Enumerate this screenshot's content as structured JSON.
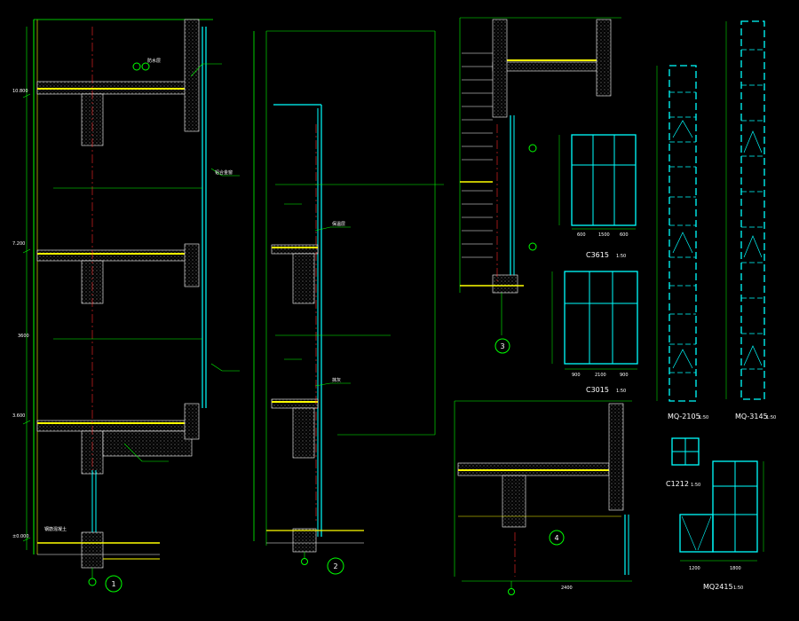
{
  "drawing": {
    "background": "#000000",
    "colors": {
      "green": "#00ff00",
      "yellow": "#ffff00",
      "cyan": "#00ffff",
      "white": "#ffffff",
      "red": "#ff2a2a",
      "grey": "#c0c0c0"
    },
    "section_markers": [
      "1",
      "2",
      "3",
      "4"
    ],
    "elevation_tags": [
      "±0.000",
      "3.600",
      "7.200",
      "10.800"
    ],
    "window_labels": [
      "C3615",
      "C3015",
      "MQ-2105",
      "MQ-3145",
      "C1212",
      "MQ2415"
    ],
    "window_scale": "1:50",
    "dimension_texts": [
      "600",
      "1500",
      "600",
      "900",
      "2100",
      "900",
      "1200",
      "1800",
      "2400",
      "3600"
    ],
    "notes": [
      "钢筋混凝土",
      "铝合金窗",
      "防水层",
      "保温层",
      "抹灰"
    ]
  }
}
